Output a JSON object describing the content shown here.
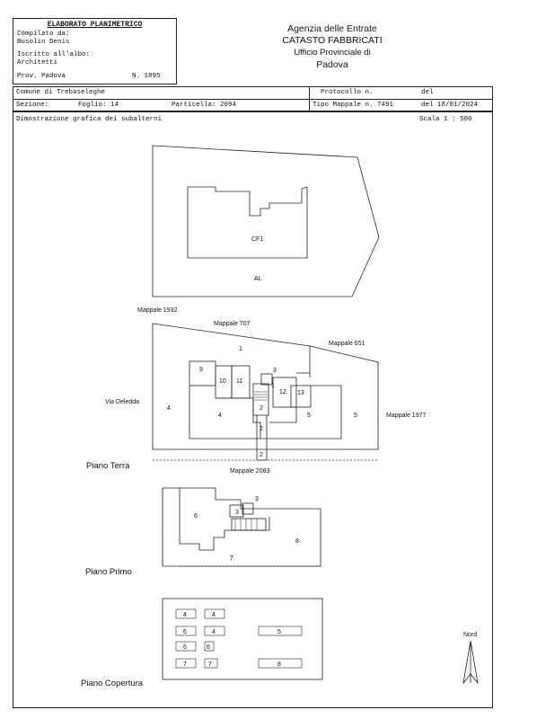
{
  "header_left": {
    "title": "ELABORATO PLANIMETRICO",
    "compiled_label": "Compilato da:",
    "compiled_name": "Busolin Denis",
    "register_label": "Iscritto all'albo:",
    "register_value": "Architetti",
    "province": "Prov. Padova",
    "number": "N. 1895"
  },
  "header_right": {
    "line1": "Agenzia delle Entrate",
    "line2": "CATASTO FABBRICATI",
    "line3": "Ufficio Provinciale di",
    "line4": "Padova"
  },
  "info": {
    "comune": "Comune di Trebaseleghe",
    "sezione": "Sezione:",
    "foglio": "Foglio: 14",
    "particella": "Particella: 2094",
    "protocollo": "Protocollo n.",
    "del1": "del",
    "tipo_mappale": "Tipo Mappale n. 7491",
    "del2": "del 18/01/2024",
    "dimostrazione": "Dimostrazione grafica dei subalterni",
    "scala": "Scala 1 : 500"
  },
  "site_plan": {
    "cf1": "CF1",
    "al": "AL"
  },
  "piano_terra": {
    "title": "Piano Terra",
    "mappale_1932": "Mappale 1932",
    "mappale_707": "Mappale 707",
    "mappale_651": "Mappale 651",
    "mappale_1977": "Mappale 1977",
    "mappale_2083": "Mappale 2083",
    "via": "Via Deledda",
    "units": [
      "1",
      "2",
      "3",
      "4",
      "5",
      "9",
      "10",
      "11",
      "12",
      "13"
    ]
  },
  "piano_primo": {
    "title": "Piano Primo",
    "units": [
      "3",
      "6",
      "7",
      "8"
    ]
  },
  "piano_copertura": {
    "title": "Piano Copertura",
    "units": [
      "4",
      "5",
      "6",
      "7",
      "8"
    ]
  },
  "north": "Nord"
}
